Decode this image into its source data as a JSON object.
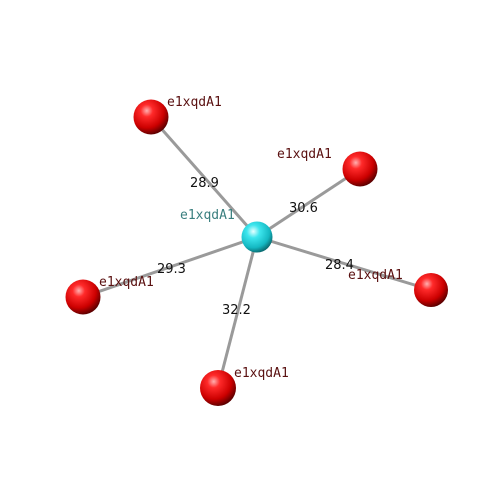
{
  "colors": {
    "center_node": "#22d3dd",
    "neighbor_node": "#e00000",
    "center_label": "#3a7f7f",
    "neighbor_label": "#5a1010",
    "edge": "#9a9a9a"
  },
  "center": {
    "label": "e1xqdA1"
  },
  "neighbors": [
    {
      "label": "e1xqdA1",
      "distance": "28.9"
    },
    {
      "label": "e1xqdA1",
      "distance": "30.6"
    },
    {
      "label": "e1xqdA1",
      "distance": "28.4"
    },
    {
      "label": "e1xqdA1",
      "distance": "32.2"
    },
    {
      "label": "e1xqdA1",
      "distance": "29.3"
    }
  ]
}
